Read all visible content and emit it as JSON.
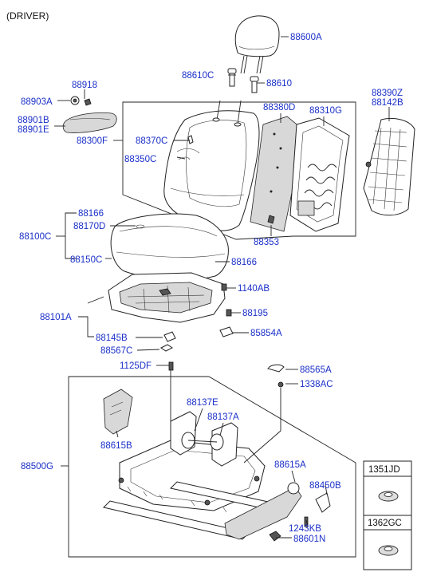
{
  "header": "(DRIVER)",
  "labels": {
    "p88600A": "88600A",
    "p88610C": "88610C",
    "p88610": "88610",
    "p88918": "88918",
    "p88903A": "88903A",
    "p88901B": "88901B",
    "p88901E": "88901E",
    "p88380D": "88380D",
    "p88310G": "88310G",
    "p88390Z": "88390Z",
    "p88142B": "88142B",
    "p88370C": "88370C",
    "p88350C": "88350C",
    "p88300F": "88300F",
    "p88353": "88353",
    "p88166a": "88166",
    "p88170D": "88170D",
    "p88100C": "88100C",
    "p88150C": "88150C",
    "p88166b": "88166",
    "p1140AB": "1140AB",
    "p88195": "88195",
    "p88101A": "88101A",
    "p85854A": "85854A",
    "p88145B": "88145B",
    "p88567C": "88567C",
    "p1125DF": "1125DF",
    "p88565A": "88565A",
    "p1338AC": "1338AC",
    "p88137E": "88137E",
    "p88137A": "88137A",
    "p88615B": "88615B",
    "p88500G": "88500G",
    "p88615A": "88615A",
    "p88450B": "88450B",
    "p1243KB": "1243KB",
    "p88601N": "88601N"
  },
  "side_boxes": [
    {
      "label": "1351JD"
    },
    {
      "label": "1362GC"
    }
  ]
}
